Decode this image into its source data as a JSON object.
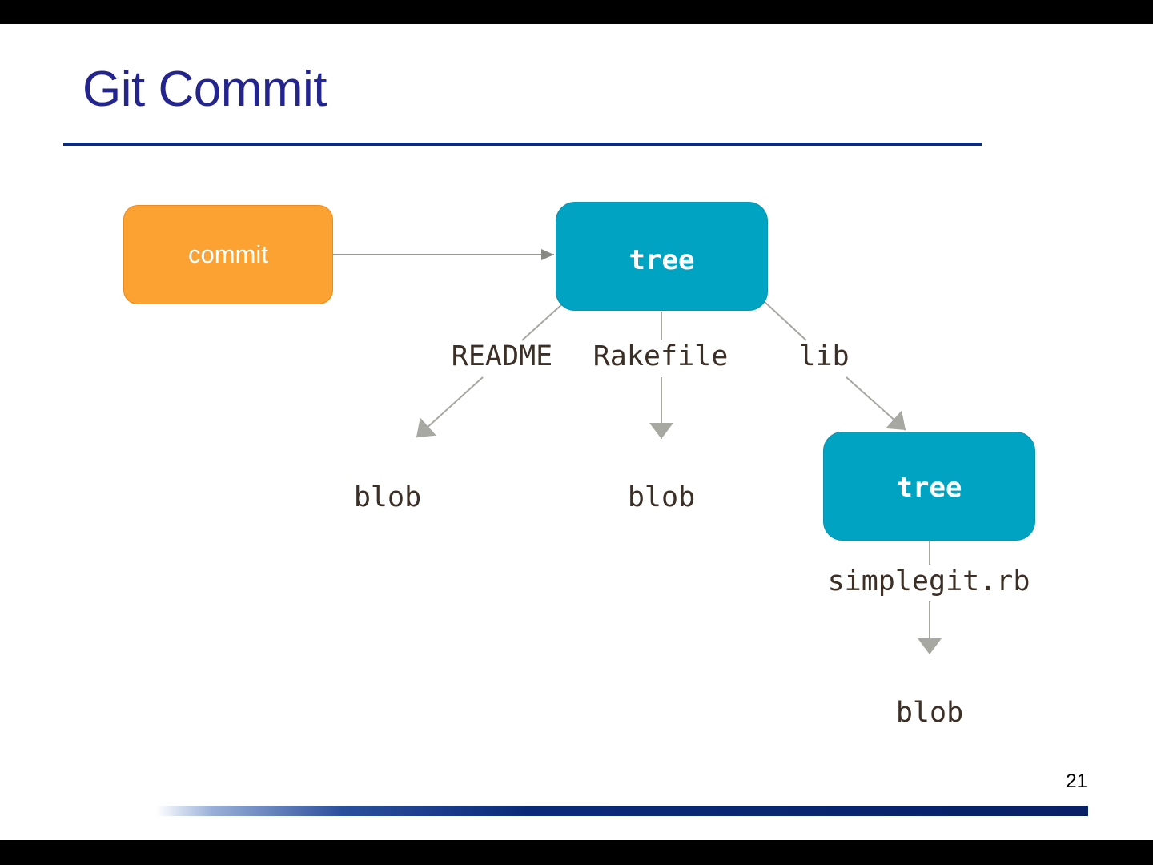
{
  "slide": {
    "title": "Git Commit",
    "page_number": "21"
  },
  "diagram": {
    "nodes": {
      "commit": "commit",
      "tree_root": "tree",
      "tree_lib": "tree",
      "blob_readme": "blob",
      "blob_rakefile": "blob",
      "blob_simplegit": "blob"
    },
    "edge_labels": {
      "readme": "README",
      "rakefile": "Rakefile",
      "lib": "lib",
      "simplegit": "simplegit.rb"
    },
    "edges": [
      {
        "from": "commit",
        "to": "tree_root",
        "label": ""
      },
      {
        "from": "tree_root",
        "to": "blob_readme",
        "label": "README"
      },
      {
        "from": "tree_root",
        "to": "blob_rakefile",
        "label": "Rakefile"
      },
      {
        "from": "tree_root",
        "to": "tree_lib",
        "label": "lib"
      },
      {
        "from": "tree_lib",
        "to": "blob_simplegit",
        "label": "simplegit.rb"
      }
    ]
  },
  "colors": {
    "title": "#24248f",
    "rule": "#0b2a83",
    "commit_fill": "#fba232",
    "tree_fill": "#01a3c3",
    "edge": "#a8a8a2",
    "mono_text": "#3b2f26"
  }
}
